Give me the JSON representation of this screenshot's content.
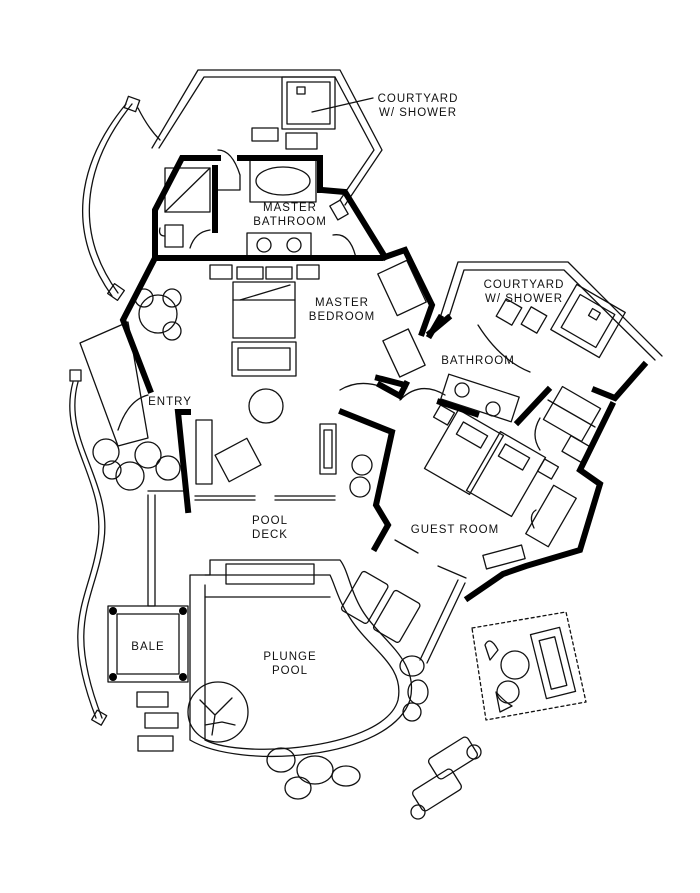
{
  "labels": {
    "courtyard_top": [
      "COURTYARD",
      "W/ SHOWER"
    ],
    "master_bathroom": [
      "MASTER",
      "BATHROOM"
    ],
    "master_bedroom": [
      "MASTER",
      "BEDROOM"
    ],
    "courtyard_right": [
      "COURTYARD",
      "W/ SHOWER"
    ],
    "bathroom": "BATHROOM",
    "entry": "ENTRY",
    "guest_room": "GUEST ROOM",
    "pool_deck": [
      "POOL",
      "DECK"
    ],
    "bale": "BALE",
    "plunge_pool": [
      "PLUNGE",
      "POOL"
    ]
  },
  "colors": {
    "wall": "#000000",
    "line": "#111111",
    "background": "#ffffff"
  }
}
